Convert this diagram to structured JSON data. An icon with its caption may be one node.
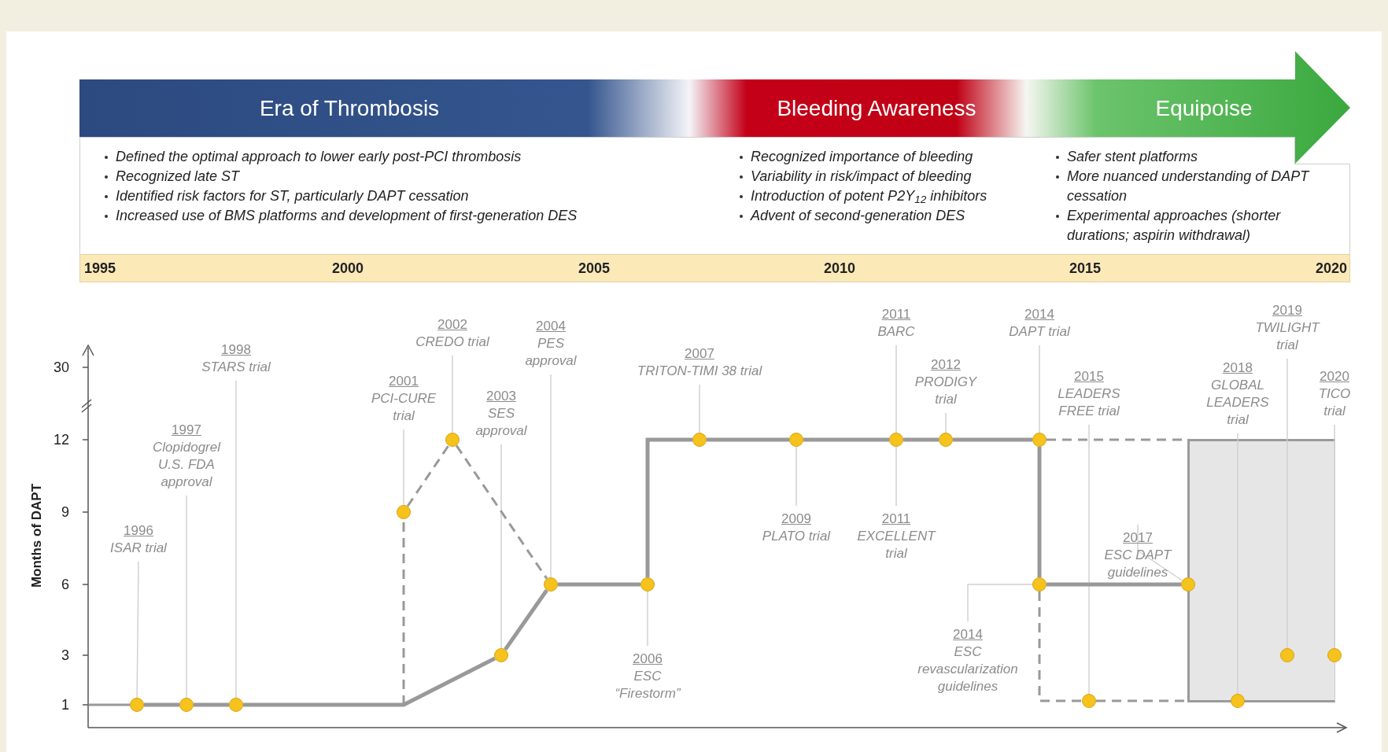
{
  "diagram": {
    "nodes": [
      {
        "text": [
          "Era of Thrombosis",
          "Bleeding Awareness",
          "Equipoise"
        ]
      },
      {
        "text": [
          "1996",
          "ISAR trial"
        ]
      },
      {
        "text": [],
        "shape": "circle"
      },
      {
        "text": [
          "1997",
          "Clopidogrel U.S. FDA approval"
        ]
      },
      {
        "text": [],
        "shape": "circle"
      },
      {
        "text": [
          "1998",
          "STARS trial"
        ]
      },
      {
        "text": [],
        "shape": "circle"
      },
      {
        "text": [
          "2001",
          "PCI-CURE trial"
        ]
      },
      {
        "text": [],
        "shape": "circle"
      },
      {
        "text": [
          "2002",
          "CREDO trial"
        ]
      },
      {
        "text": [],
        "shape": "circle"
      },
      {
        "text": [
          "2003",
          "SES approval"
        ]
      },
      {
        "text": [],
        "shape": "circle"
      },
      {
        "text": [
          "2004",
          "PES approval"
        ]
      },
      {
        "text": [],
        "shape": "circle"
      },
      {
        "text": [
          "2006",
          "ESC “Firestorm”"
        ]
      },
      {
        "text": [],
        "shape": "circle"
      },
      {
        "text": [
          "2007",
          "TRITON-TIMI 38 trial"
        ]
      },
      {
        "text": [],
        "shape": "circle"
      },
      {
        "text": [
          "2009",
          "PLATO trial"
        ]
      },
      {
        "text": [],
        "shape": "circle"
      },
      {
        "text": [
          "2011",
          "BARC"
        ]
      },
      {
        "text": [],
        "shape": "circle"
      },
      {
        "text": [
          "2011",
          "EXCELLENT trial"
        ]
      },
      {
        "text": [
          "2012",
          "PRODIGY trial"
        ]
      },
      {
        "text": [],
        "shape": "circle"
      },
      {
        "text": [
          "2014",
          "DAPT trial"
        ]
      },
      {
        "text": [],
        "shape": "circle"
      },
      {
        "text": [
          "2014",
          "ESC revascularization guidelines"
        ]
      },
      {
        "text": [],
        "shape": "circle"
      },
      {
        "text": [
          "2015",
          "LEADERS FREE trial"
        ]
      },
      {
        "text": [],
        "shape": "circle"
      },
      {
        "text": [
          "2017",
          "ESC DAPT guidelines"
        ]
      },
      {
        "text": [],
        "shape": "circle"
      },
      {
        "text": [
          "2018",
          "GLOBAL LEADERS trial"
        ]
      },
      {
        "text": [],
        "shape": "circle"
      },
      {
        "text": [
          "2019",
          "TWILIGHT trial"
        ]
      },
      {
        "text": [],
        "shape": "circle",
        "in": 40
      },
      {
        "text": [
          "2020",
          "TICO trial"
        ]
      },
      {
        "text": [],
        "shape": "circle",
        "in": 40
      },
      {
        "text": [],
        "shape": "box"
      }
    ],
    "edges": [
      {
        "from": 1,
        "to": 2,
        "arrow": "none"
      },
      {
        "from": 3,
        "to": 4,
        "arrow": "none"
      },
      {
        "from": 5,
        "to": 6,
        "arrow": "none"
      },
      {
        "from": 7,
        "to": 8,
        "arrow": "none"
      },
      {
        "from": 9,
        "to": 10,
        "arrow": "none"
      },
      {
        "from": 11,
        "to": 12,
        "arrow": "none"
      },
      {
        "from": 13,
        "to": 14,
        "arrow": "none"
      },
      {
        "from": 15,
        "to": 16,
        "arrow": "none"
      },
      {
        "from": 17,
        "to": 18,
        "arrow": "none"
      },
      {
        "from": 19,
        "to": 20,
        "arrow": "none"
      },
      {
        "from": 21,
        "to": 22,
        "arrow": "none"
      },
      {
        "from": 23,
        "to": 22,
        "arrow": "none"
      },
      {
        "from": 24,
        "to": 25,
        "arrow": "none"
      },
      {
        "from": 26,
        "to": 27,
        "arrow": "none"
      },
      {
        "from": 28,
        "to": 29,
        "arrow": "none"
      },
      {
        "from": 30,
        "to": 31,
        "arrow": "none"
      },
      {
        "from": 32,
        "to": 33,
        "arrow": "none"
      },
      {
        "from": 34,
        "to": 35,
        "arrow": "none"
      },
      {
        "from": 36,
        "to": 37,
        "arrow": "none"
      },
      {
        "from": 38,
        "to": 39,
        "arrow": "none"
      },
      {
        "from": 2,
        "to": 4,
        "arrow": "none",
        "style": "thick",
        "color": "#999999"
      },
      {
        "from": 4,
        "to": 6,
        "arrow": "none",
        "style": "thick",
        "color": "#999999"
      },
      {
        "from": 6,
        "to": 12,
        "arrow": "none",
        "style": "thick",
        "color": "#999999"
      },
      {
        "from": null,
        "to": 8,
        "arrow": "none",
        "style": "dashed",
        "color": "#999999"
      },
      {
        "from": 8,
        "to": 10,
        "arrow": "none",
        "style": "dashed",
        "color": "#999999"
      },
      {
        "from": 10,
        "to": 14,
        "arrow": "none",
        "style": "dashed",
        "color": "#999999"
      },
      {
        "from": 12,
        "to": 14,
        "arrow": "none",
        "style": "thick",
        "color": "#999999"
      },
      {
        "from": 14,
        "to": 16,
        "arrow": "none",
        "style": "thick",
        "color": "#999999"
      },
      {
        "from": 16,
        "to": 18,
        "arrow": "none",
        "style": "thick",
        "color": "#999999"
      },
      {
        "from": 18,
        "to": 20,
        "arrow": "none",
        "style": "thick",
        "color": "#999999"
      },
      {
        "from": 20,
        "to": 22,
        "arrow": "none",
        "style": "thick",
        "color": "#999999"
      },
      {
        "from": 22,
        "to": 25,
        "arrow": "none",
        "style": "thick",
        "color": "#999999"
      },
      {
        "from": 25,
        "to": 27,
        "arrow": "none",
        "style": "thick",
        "color": "#999999"
      },
      {
        "from": 27,
        "to": 29,
        "arrow": "none",
        "style": "thick",
        "color": "#999999"
      },
      {
        "from": 29,
        "to": 33,
        "arrow": "none",
        "style": "thick",
        "color": "#999999"
      },
      {
        "from": 27,
        "to": 40,
        "arrow": "none",
        "style": "dashed",
        "color": "#999999"
      },
      {
        "from": 29,
        "to": 31,
        "arrow": "none",
        "style": "dashed",
        "color": "#999999"
      },
      {
        "from": 31,
        "to": 40,
        "arrow": "none",
        "style": "dashed",
        "color": "#999999"
      }
    ],
    "labels": [
      "Defined the optimal approach to lower early post-PCI thrombosis",
      "Recognized late ST",
      "Identified risk factors for ST, particularly DAPT cessation",
      "Increased use of BMS platforms and development of first-generation DES",
      "Recognized importance of bleeding",
      "Variability in risk/impact of bleeding",
      "Introduction of potent P2Y$_{12}$ inhibitors",
      "Advent of second-generation DES",
      "Safer stent platforms",
      "More nuanced understanding of DAPT cessation",
      "Experimental approaches (shorter durations; aspirin withdrawal)",
      "1995",
      "2000",
      "2005",
      "2010",
      "2015",
      "2020",
      "30",
      "12",
      "9",
      "6",
      "3",
      "1",
      "Months of DAPT"
    ]
  }
}
